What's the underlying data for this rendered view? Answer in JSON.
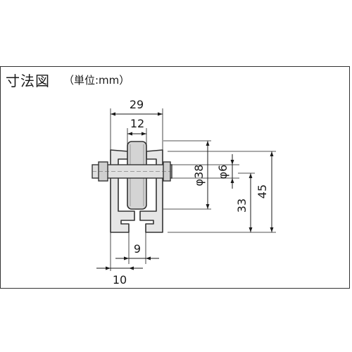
{
  "header": {
    "title": "寸法図",
    "unit": "（単位:mm）"
  },
  "dimensions": {
    "overall_width": "29",
    "wheel_width": "12",
    "wheel_diameter": "φ38",
    "axle_diameter": "φ6",
    "axle_height": "33",
    "overall_height": "45",
    "slot_width": "9",
    "flange_offset": "10"
  },
  "colors": {
    "part_fill": "#e6e6e6",
    "part_stroke": "#333333",
    "wheel_fill": "#d4d4d4",
    "dim_line": "#1a1a1a"
  }
}
